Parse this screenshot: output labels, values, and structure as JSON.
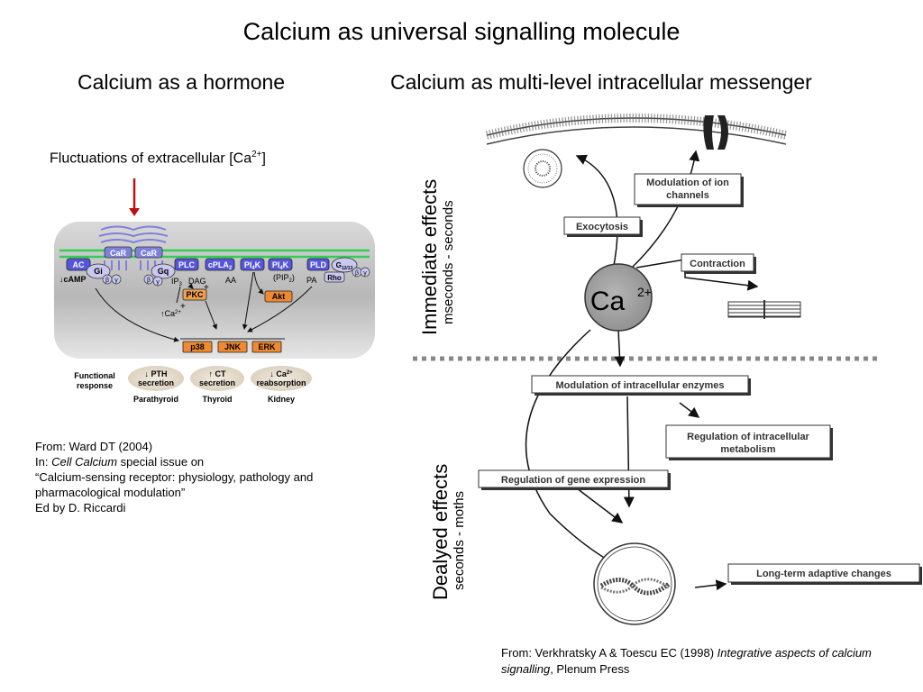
{
  "title": "Calcium as universal signalling molecule",
  "left": {
    "heading": "Calcium as a hormone",
    "fluct_prefix": "Fluctuations of extracellular [Ca",
    "fluct_sup": "2+",
    "fluct_suffix": "]",
    "receptors": [
      "CaR",
      "CaR"
    ],
    "cell": {
      "AC": "AC",
      "Gi": "Gi",
      "Gq": "Gq",
      "PLC": "PLC",
      "cPLA2": "cPLA",
      "cPLA2_sub": "2",
      "PI4K_a": "PI",
      "PI4K_a_sub": "4",
      "PI4K_a_end": "K",
      "PI4K_b": "PI",
      "PI4K_b_sub": "4",
      "PI4K_b_end": "K",
      "PLD": "PLD",
      "G1213": "G",
      "G1213_sub": "12/13",
      "Rho": "Rho",
      "beta": "β",
      "gamma": "γ",
      "cAMP": "↓cAMP",
      "IP3": "IP",
      "IP3_sub": "3",
      "DAG": "DAG",
      "AA": "AA",
      "PIP2": "(PIP",
      "PIP2_sub": "2",
      "PIP2_end": ")",
      "PA": "PA",
      "PKC": "PKC",
      "Akt": "Akt",
      "Ca": "↑Ca",
      "Ca_sup": "2+",
      "p38": "p38",
      "JNK": "JNK",
      "ERK": "ERK",
      "plus": "+"
    },
    "functional_label_1": "Functional",
    "functional_label_2": "response",
    "responses": [
      {
        "line1": "↓ PTH",
        "line2": "secretion",
        "organ": "Parathyroid"
      },
      {
        "line1": "↑ CT",
        "line2": "secretion",
        "organ": "Thyroid"
      },
      {
        "line1": "↓ Ca",
        "line1_sup": "2+",
        "line2": "reabsorption",
        "organ": "Kidney"
      }
    ],
    "citation": {
      "line1": "From: Ward DT (2004)",
      "line2_prefix": "In: ",
      "line2_italic": "Cell Calcium",
      "line2_suffix": " special issue on",
      "line3": "“Calcium-sensing receptor: physiology, pathology and",
      "line4": "pharmacological modulation”",
      "line5": "Ed by D. Riccardi"
    }
  },
  "right": {
    "heading": "Calcium as multi-level intracellular messenger",
    "immediate_label": "Immediate effects",
    "immediate_time": "mseconds - seconds",
    "delayed_label": "Dealyed effects",
    "delayed_time": "seconds - moths",
    "ca": "Ca",
    "ca_sup": "2+",
    "boxes": {
      "ion_channels_1": "Modulation of ion",
      "ion_channels_2": "channels",
      "exocytosis": "Exocytosis",
      "contraction": "Contraction",
      "enzymes": "Modulation of intracellular enzymes",
      "metabolism_1": "Regulation of intracellular",
      "metabolism_2": "metabolism",
      "gene": "Regulation of gene expression",
      "adaptive": "Long-term adaptive changes"
    },
    "citation": {
      "prefix": "From: Verkhratsky A & Toescu EC (1998) ",
      "italic": "Integrative aspects of calcium signalling",
      "suffix": ", Plenum Press"
    }
  },
  "colors": {
    "receptor": "#7f80dc",
    "kinase_blue": "#5555dd",
    "pkc_orange": "#f0a050",
    "mapk_orange": "#f08a30",
    "membrane_green": "#33cc55",
    "red_arrow": "#bb1111",
    "ca_sphere": "#a0a0a0"
  }
}
